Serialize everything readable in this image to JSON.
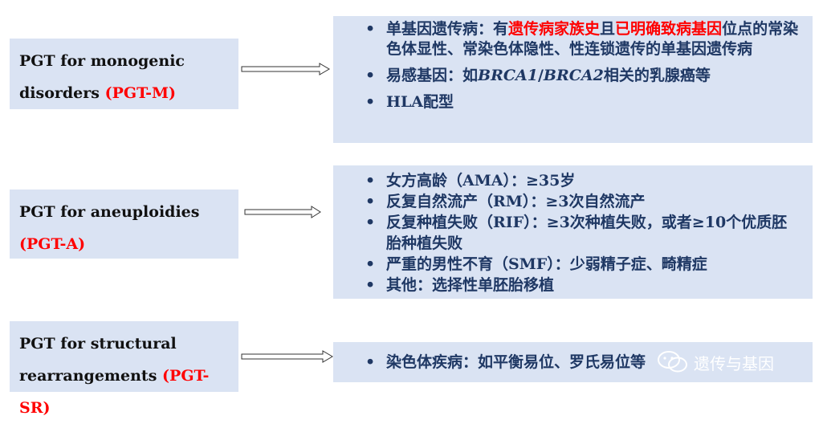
{
  "rows": [
    {
      "label": "PGT for monogenic disorders",
      "code": "(PGT-M)",
      "items": [
        {
          "parts": [
            {
              "text": "单基因遗传病：有",
              "style": "normal"
            },
            {
              "text": "遗传病家族史",
              "style": "red"
            },
            {
              "text": "且",
              "style": "normal"
            },
            {
              "text": "已明确致病基因",
              "style": "red"
            },
            {
              "text": "位点的常染色体显性、常染色体隐性、性连锁遗传的单基因遗传病",
              "style": "normal"
            }
          ]
        },
        {
          "parts": [
            {
              "text": "易感基因：如",
              "style": "normal"
            },
            {
              "text": "BRCA1",
              "style": "italic"
            },
            {
              "text": "/",
              "style": "normal"
            },
            {
              "text": "BRCA2",
              "style": "italic"
            },
            {
              "text": "相关的乳腺癌等",
              "style": "normal"
            }
          ]
        },
        {
          "parts": [
            {
              "text": "HLA配型",
              "style": "normal"
            }
          ]
        }
      ]
    },
    {
      "label": "PGT for aneuploidies",
      "code": "(PGT-A)",
      "items": [
        {
          "parts": [
            {
              "text": "女方高龄（AMA）：≥35岁",
              "style": "normal"
            }
          ]
        },
        {
          "parts": [
            {
              "text": "反复自然流产（RM）：≥3次自然流产",
              "style": "normal"
            }
          ]
        },
        {
          "parts": [
            {
              "text": "反复种植失败（RIF）：≥3次种植失败，或者≥10个优质胚胎种植失败",
              "style": "normal"
            }
          ]
        },
        {
          "parts": [
            {
              "text": "严重的男性不育（SMF）：少弱精子症、畸精症",
              "style": "normal"
            }
          ]
        },
        {
          "parts": [
            {
              "text": "其他：选择性单胚胎移植",
              "style": "normal"
            }
          ]
        }
      ]
    },
    {
      "label": "PGT for structural rearrangements",
      "code": "(PGT-SR)",
      "items": [
        {
          "parts": [
            {
              "text": "染色体疾病：如平衡易位、罗氏易位等",
              "style": "normal"
            }
          ]
        }
      ]
    }
  ],
  "watermark": "遗传与基因",
  "colors": {
    "box_fill": "#dae3f3",
    "item_text": "#1f3864",
    "highlight": "#ff0000"
  }
}
